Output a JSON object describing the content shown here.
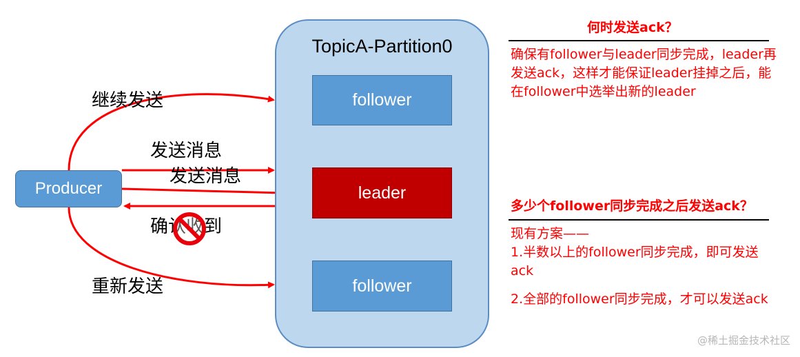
{
  "partition": {
    "title": "TopicA-Partition0",
    "bg_color": "#bdd7ee"
  },
  "nodes": {
    "follower_top": "follower",
    "leader": "leader",
    "follower_bottom": "follower",
    "producer": "Producer"
  },
  "labels": {
    "continue_send": "继续发送",
    "send_message_1": "发送消息",
    "send_message_2": "发送消息",
    "ack_received_partial": "确认收到",
    "resend": "重新发送"
  },
  "icons": {
    "no_symbol": "prohibited-icon"
  },
  "annotations": {
    "q1": {
      "heading": "何时发送ack？",
      "body": "确保有follower与leader同步完成，leader再发送ack，这样才能保证leader挂掉之后，能在follower中选举出新的leader"
    },
    "q2": {
      "heading": "多少个follower同步完成之后发送ack？",
      "intro": "现有方案——",
      "option1": "1.半数以上的follower同步完成，即可发送ack",
      "option2": "2.全部的follower同步完成，才可以发送ack"
    }
  },
  "watermark": "@稀土掘金技术社区",
  "colors": {
    "arrow": "#ff0000",
    "follower": "#5b9bd5",
    "leader": "#c00000",
    "annotation": "#ff0000"
  }
}
